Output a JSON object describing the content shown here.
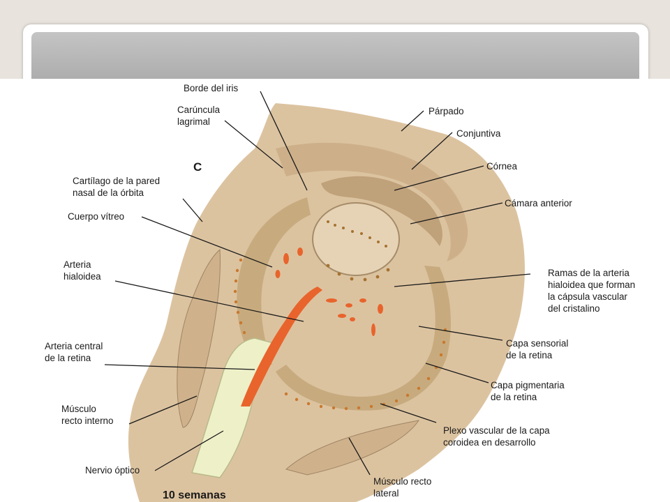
{
  "figure": {
    "panel_letter": "C",
    "stage": "10 semanas",
    "labels": {
      "borde_iris": "Borde del iris",
      "caruncula": "Carúncula\nlagrimal",
      "cartilago": "Cartílago de la pared\nnasal de la órbita",
      "cuerpo_vitreo": "Cuerpo vítreo",
      "arteria_hialoidea": "Arteria\nhialoidea",
      "arteria_central": "Arteria central\nde la retina",
      "musculo_interno": "Músculo\nrecto interno",
      "nervio_optico": "Nervio óptico",
      "parpado": "Párpado",
      "conjuntiva": "Conjuntiva",
      "cornea": "Córnea",
      "camara_anterior": "Cámara anterior",
      "ramas": "Ramas de la arteria\nhialoidea que forman\nla cápsula vascular\ndel cristalino",
      "capa_sensorial": "Capa sensorial\nde la retina",
      "capa_pigmentaria": "Capa pigmentaria\nde la retina",
      "plexo": "Plexo vascular de la capa\ncoroidea en desarrollo",
      "musculo_lateral": "Músculo recto\nlateral"
    }
  },
  "colors": {
    "tissue": "#dcc3a0",
    "retina": "#c7ab7e",
    "vessel": "#e8642c",
    "nerve": "#eef0c8"
  }
}
